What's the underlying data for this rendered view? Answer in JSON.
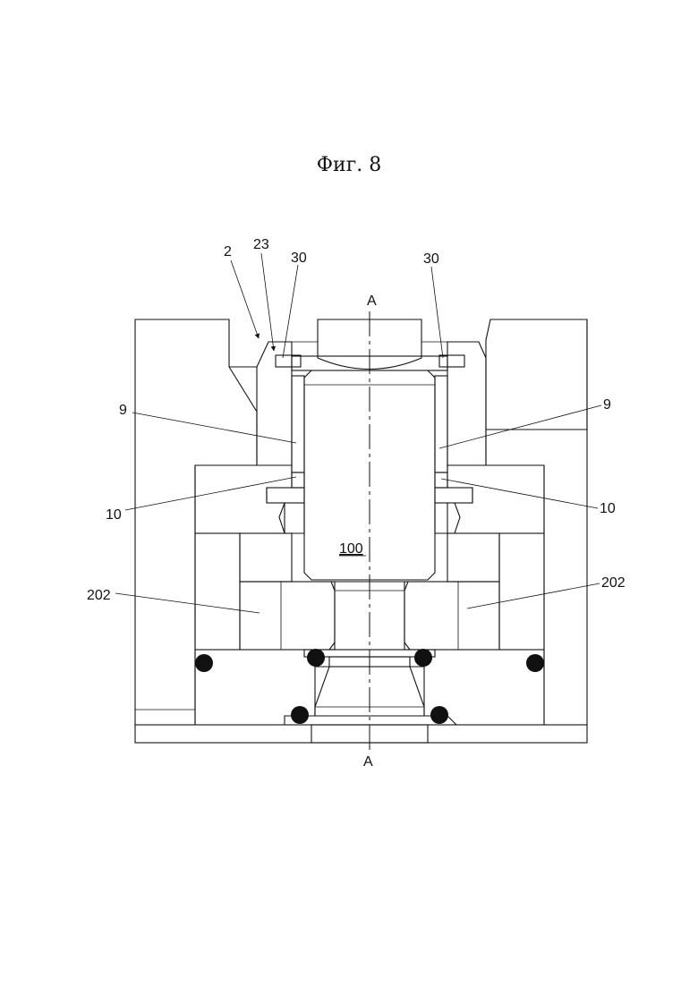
{
  "figure": {
    "title": "Фиг. 8"
  },
  "section_marks": {
    "top": "A",
    "bottom": "A"
  },
  "labels": {
    "l2": "2",
    "l23": "23",
    "l30_left": "30",
    "l30_right": "30",
    "l9_left": "9",
    "l9_right": "9",
    "l10_left": "10",
    "l10_right": "10",
    "l100": "100",
    "l202_left": "202",
    "l202_right": "202"
  },
  "colors": {
    "line": "#111111",
    "paper": "#ffffff"
  }
}
